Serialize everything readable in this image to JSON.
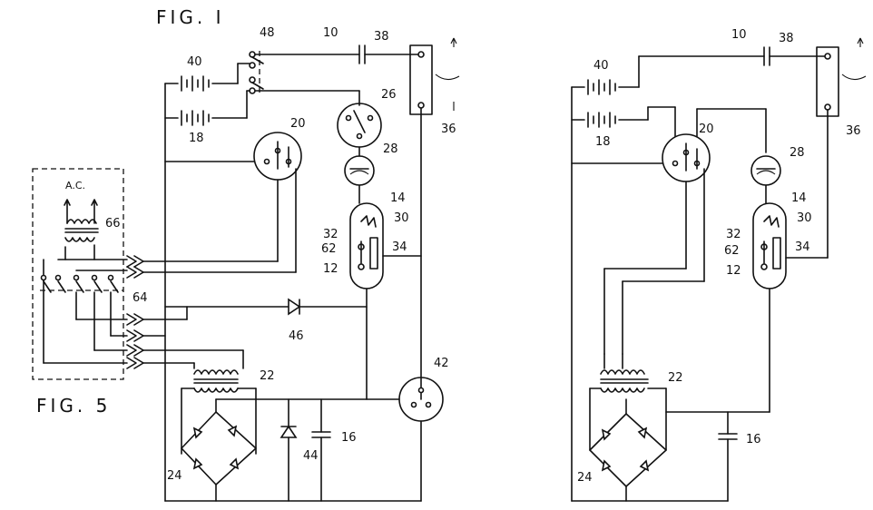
{
  "figures": {
    "fig1_title": "FIG. I",
    "fig5_title": "FIG. 5"
  },
  "labels": {
    "ac": "A.C.",
    "n10": "10",
    "n12": "12",
    "n14": "14",
    "n16": "16",
    "n18": "18",
    "n20": "20",
    "n22": "22",
    "n24": "24",
    "n26": "26",
    "n28": "28",
    "n30": "30",
    "n32": "32",
    "n34": "34",
    "n36": "36",
    "n38": "38",
    "n40": "40",
    "n42": "42",
    "n44": "44",
    "n46": "46",
    "n48": "48",
    "n62": "62",
    "n64": "64",
    "n66": "66"
  }
}
